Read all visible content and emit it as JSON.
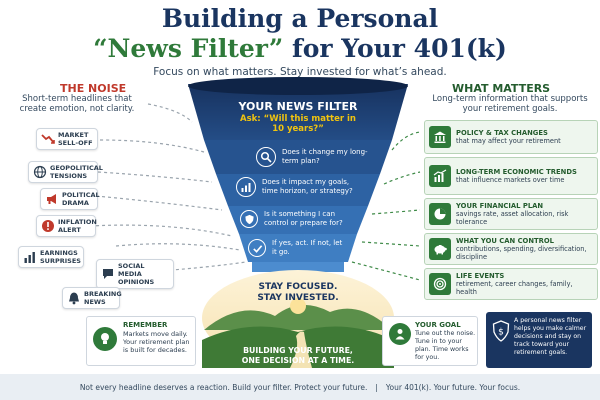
{
  "title": {
    "line1": "Building a Personal",
    "line2_quote": "“News Filter”",
    "line2_rest": " for Your 401(k)",
    "subtitle": "Focus on what matters. Stay invested for what’s ahead."
  },
  "noise": {
    "heading": "THE NOISE",
    "sub": "Short-term headlines that create emotion, not clarity.",
    "items": [
      {
        "label": "MARKET SELL-OFF",
        "icon": "chart-down-icon"
      },
      {
        "label": "GEOPOLITICAL TENSIONS",
        "icon": "globe-icon"
      },
      {
        "label": "POLITICAL DRAMA",
        "icon": "megaphone-icon"
      },
      {
        "label": "INFLATION ALERT",
        "icon": "alert-icon"
      },
      {
        "label": "EARNINGS SURPRISES",
        "icon": "bar-chart-icon"
      },
      {
        "label": "SOCIAL MEDIA OPINIONS",
        "icon": "chat-icon"
      },
      {
        "label": "BREAKING NEWS",
        "icon": "bell-icon"
      }
    ]
  },
  "funnel": {
    "title": "YOUR NEWS FILTER",
    "ask": "Ask: “Will this matter in 10 years?”",
    "questions": [
      {
        "text": "Does it change my long-term plan?",
        "icon": "magnifier-icon"
      },
      {
        "text": "Does it impact my goals, time horizon, or strategy?",
        "icon": "chart-icon"
      },
      {
        "text": "Is it something I can control or prepare for?",
        "icon": "shield-icon"
      },
      {
        "text": "If yes, act. If not, let it go.",
        "icon": "check-icon"
      }
    ],
    "stay1": "STAY FOCUSED.",
    "stay2": "STAY INVESTED.",
    "future1": "BUILDING YOUR FUTURE,",
    "future2": "ONE DECISION AT A TIME."
  },
  "matters": {
    "heading": "WHAT MATTERS",
    "sub": "Long-term information that supports your retirement goals.",
    "items": [
      {
        "title": "POLICY & TAX CHANGES",
        "desc": "that may affect your retirement",
        "icon": "bank-icon"
      },
      {
        "title": "LONG-TERM ECONOMIC TRENDS",
        "desc": "that influence markets over time",
        "icon": "trend-up-icon"
      },
      {
        "title": "YOUR FINANCIAL PLAN",
        "desc": "savings rate, asset allocation, risk tolerance",
        "icon": "pie-icon"
      },
      {
        "title": "WHAT YOU CAN CONTROL",
        "desc": "contributions, spending, diversification, discipline",
        "icon": "piggy-bank-icon"
      },
      {
        "title": "LIFE EVENTS",
        "desc": "retirement, career changes, family, health",
        "icon": "target-icon"
      }
    ]
  },
  "remember": {
    "title": "REMEMBER",
    "text": "Markets move daily. Your retirement plan is built for decades.",
    "icon": "lightbulb-icon"
  },
  "goal": {
    "title": "YOUR GOAL",
    "text": "Tune out the noise. Tune in to your plan. Time works for you.",
    "icon": "person-icon"
  },
  "tip": {
    "text": "A personal news filter helps you make calmer decisions and stay on track toward your retirement goals.",
    "icon": "shield-dollar-icon"
  },
  "footer": {
    "left": "Not every headline deserves a reaction. Build your filter. Protect your future.",
    "sep": "|",
    "right": "Your 401(k). Your future. Your focus."
  },
  "colors": {
    "navy": "#1a3560",
    "green": "#2f7a3a",
    "red": "#c0392b",
    "yellow": "#f1c40f"
  }
}
